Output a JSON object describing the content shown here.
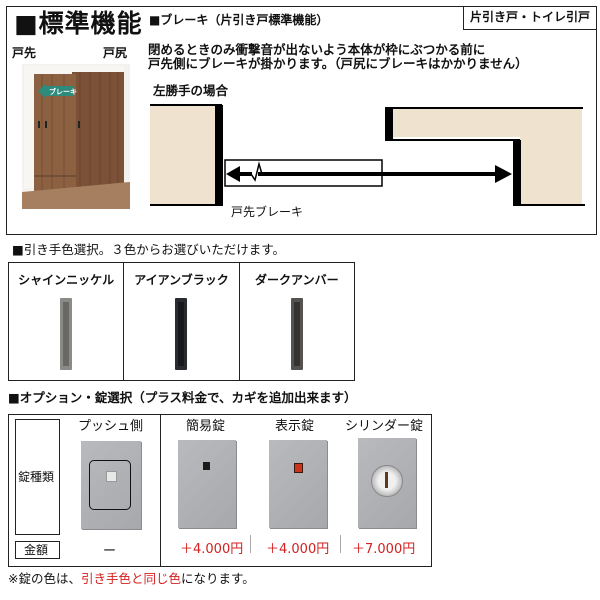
{
  "header": {
    "main_title": "■標準機能",
    "tag": "片引き戸・トイレ引戸",
    "brake_title": "■ブレーキ（片引き戸標準機能）",
    "description_line1": "閉めるときのみ衝撃音が出ないよう本体が枠にぶつかる前に",
    "description_line2": "戸先側にブレーキが掛かります。（戸尻にブレーキはかかりません）"
  },
  "photo": {
    "label_tosaki": "戸先",
    "label_tojiri": "戸尻",
    "brake_badge": "ブレーキ",
    "colors": {
      "wood": "#7a5236",
      "badge": "#2e8a7a"
    }
  },
  "diagram": {
    "case_label": "左勝手の場合",
    "caption": "戸先ブレーキ",
    "colors": {
      "frame_fill": "#efe3cf",
      "line": "#000000"
    }
  },
  "handle_colors": {
    "section_title": "■引き手色選択。３色からお選びいただけます。",
    "items": [
      {
        "name": "シャインニッケル",
        "color": "#8c8a87",
        "inner": "#5a5856"
      },
      {
        "name": "アイアンブラック",
        "color": "#2a2b30",
        "inner": "#15161a"
      },
      {
        "name": "ダークアンバー",
        "color": "#4e4b48",
        "inner": "#2f2d2b"
      }
    ]
  },
  "lock_options": {
    "section_title": "■オプション・錠選択（プラス料金で、カギを追加出来ます）",
    "row_label_type": "錠種類",
    "row_label_price": "金額",
    "items": [
      {
        "name": "プッシュ側",
        "price": "ー"
      },
      {
        "name": "簡易錠",
        "price": "＋4.000円"
      },
      {
        "name": "表示錠",
        "price": "＋4.000円"
      },
      {
        "name": "シリンダー錠",
        "price": "＋7.000円"
      }
    ],
    "price_color": "#d42020"
  },
  "footnote": {
    "prefix": "※錠の色は、",
    "highlight": "引き手色と同じ色",
    "suffix": "になります。"
  }
}
